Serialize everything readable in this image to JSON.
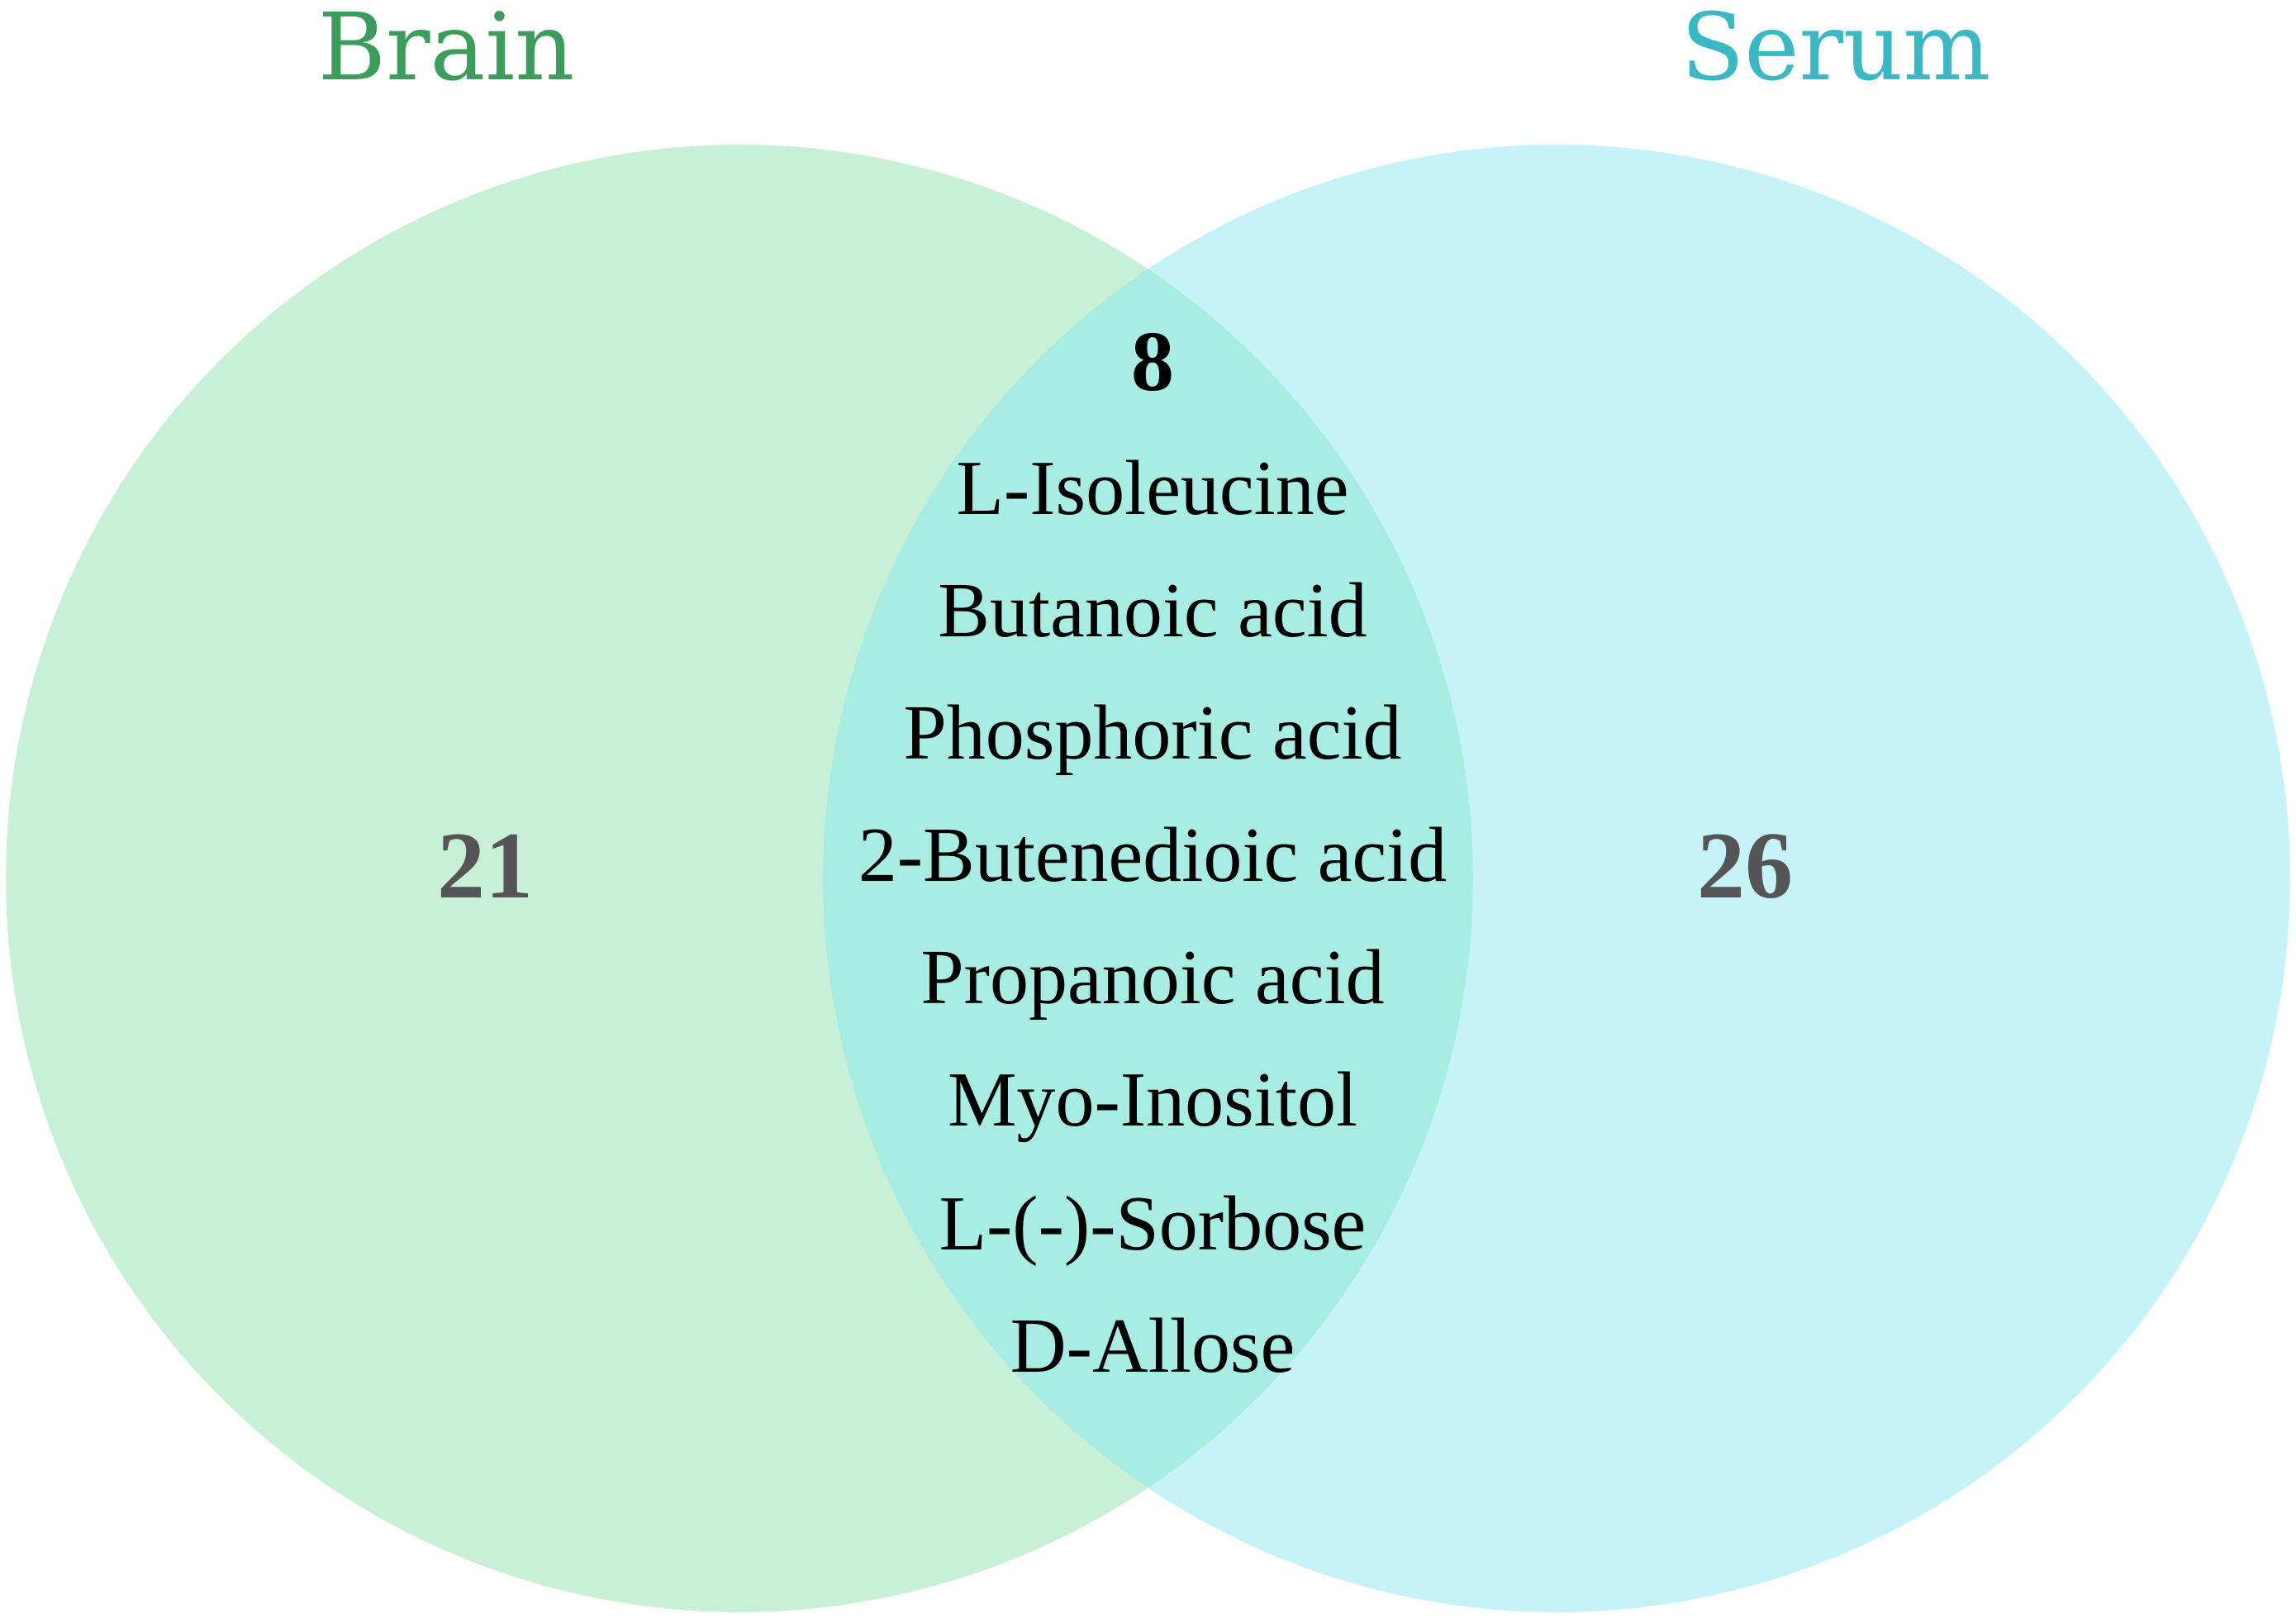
{
  "diagram": {
    "type": "venn",
    "sets": [
      {
        "name": "Brain",
        "count": "21",
        "label_color": "#3a9e5a",
        "fill_color": "#c8f0d6"
      },
      {
        "name": "Serum",
        "count": "26",
        "label_color": "#3ab8c4",
        "fill_color": "#c6f3f8"
      }
    ],
    "intersection": {
      "count": "8",
      "fill_color": "#a8ede2",
      "items": [
        "L-Isoleucine",
        "Butanoic acid",
        "Phosphoric acid",
        "2-Butenedioic acid",
        "Propanoic acid",
        "Myo-Inositol",
        "L-(-)-Sorbose",
        "D-Allose"
      ]
    }
  }
}
